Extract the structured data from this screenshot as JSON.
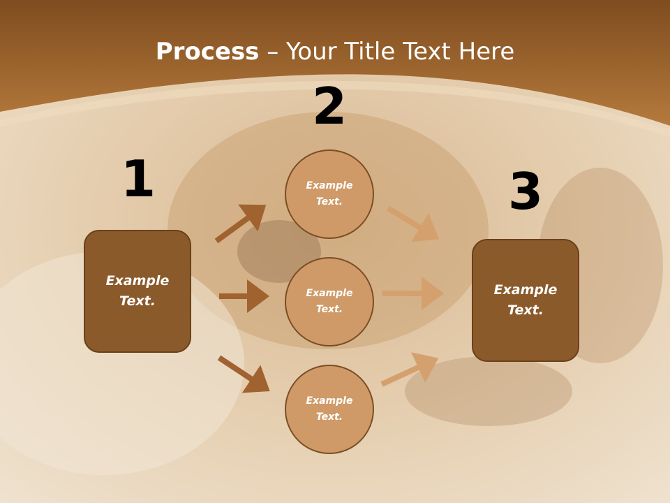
{
  "slide": {
    "title_bold": "Process",
    "title_rest": " – Your Title Text Here"
  },
  "steps": [
    {
      "number": "1",
      "label": "Example\nText."
    },
    {
      "number": "2",
      "label": ""
    },
    {
      "number": "3",
      "label": "Example\nText."
    }
  ],
  "circles": [
    {
      "label": "Example\nText."
    },
    {
      "label": "Example\nText."
    },
    {
      "label": "Example\nText."
    }
  ],
  "colors": {
    "header": "#a8692e",
    "box_fill": "#8b5a2b",
    "circle_fill": "#cf9a68",
    "arrow_dark": "#a0622f",
    "arrow_light": "#d4a06e"
  }
}
